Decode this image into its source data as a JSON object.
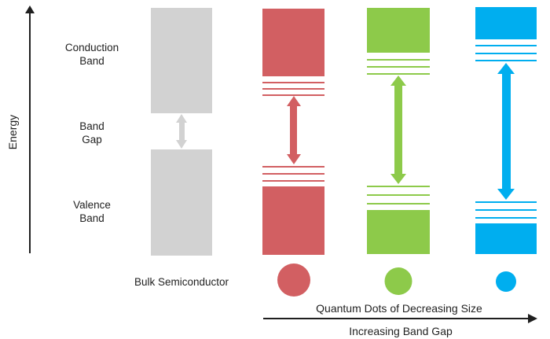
{
  "colors": {
    "red": "#d25f62",
    "green": "#8dca4a",
    "blue": "#00aeef",
    "gray": "#d2d2d2",
    "ink": "#1f1f1f"
  },
  "axis": {
    "label": "Energy"
  },
  "band_labels": {
    "conduction": "Conduction\nBand",
    "gap": "Band\nGap",
    "valence": "Valence\nBand"
  },
  "bulk_label": "Bulk Semiconductor",
  "captions": {
    "dots": "Quantum Dots of Decreasing Size",
    "arrow": "Increasing Band Gap"
  }
}
